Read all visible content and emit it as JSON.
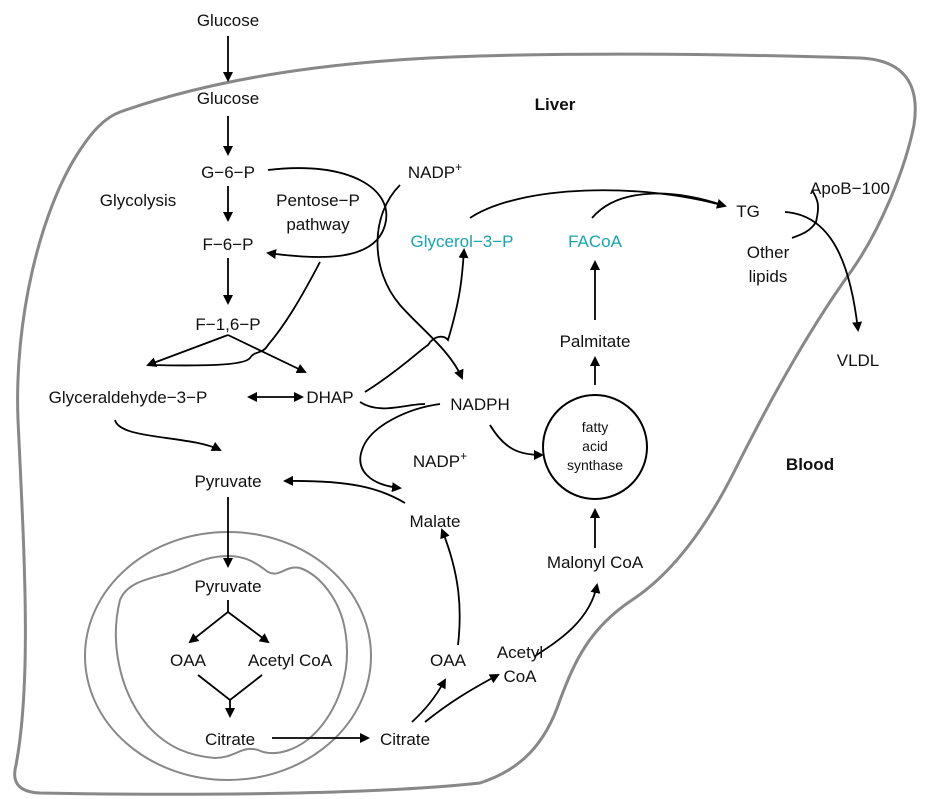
{
  "regions": {
    "liver": "Liver",
    "blood": "Blood"
  },
  "metabolites": {
    "glucose_blood": "Glucose",
    "glucose_liver": "Glucose",
    "g6p": "G−6−P",
    "f6p": "F−6−P",
    "f16p": "F−1,6−P",
    "glyceraldehyde3p": "Glyceraldehyde−3−P",
    "dhap": "DHAP",
    "pyruvate_cyto": "Pyruvate",
    "pyruvate_mito": "Pyruvate",
    "oaa_mito": "OAA",
    "acetylcoa_mito": "Acetyl CoA",
    "citrate_mito": "Citrate",
    "citrate_cyto": "Citrate",
    "oaa_cyto": "OAA",
    "acetyl_line1": "Acetyl",
    "acetyl_line2": "CoA",
    "malate": "Malate",
    "malonylcoa": "Malonyl CoA",
    "palmitate": "Palmitate",
    "facoa": "FACoA",
    "glycerol3p": "Glycerol−3−P",
    "tg": "TG",
    "apob100": "ApoB−100",
    "other_lipids_line1": "Other",
    "other_lipids_line2": "lipids",
    "vldl": "VLDL",
    "nadp_top_base": "NADP",
    "nadp_top_sup": "+",
    "nadph": "NADPH",
    "nadp_mid_base": "NADP",
    "nadp_mid_sup": "+"
  },
  "pathways": {
    "glycolysis": "Glycolysis",
    "pentose_line1": "Pentose−P",
    "pentose_line2": "pathway"
  },
  "enzymes": {
    "fas_line1": "fatty",
    "fas_line2": "acid",
    "fas_line3": "synthase"
  },
  "colors": {
    "highlight": "#1aa3b0",
    "outline": "#000000",
    "mitochondrion": "#888888"
  }
}
